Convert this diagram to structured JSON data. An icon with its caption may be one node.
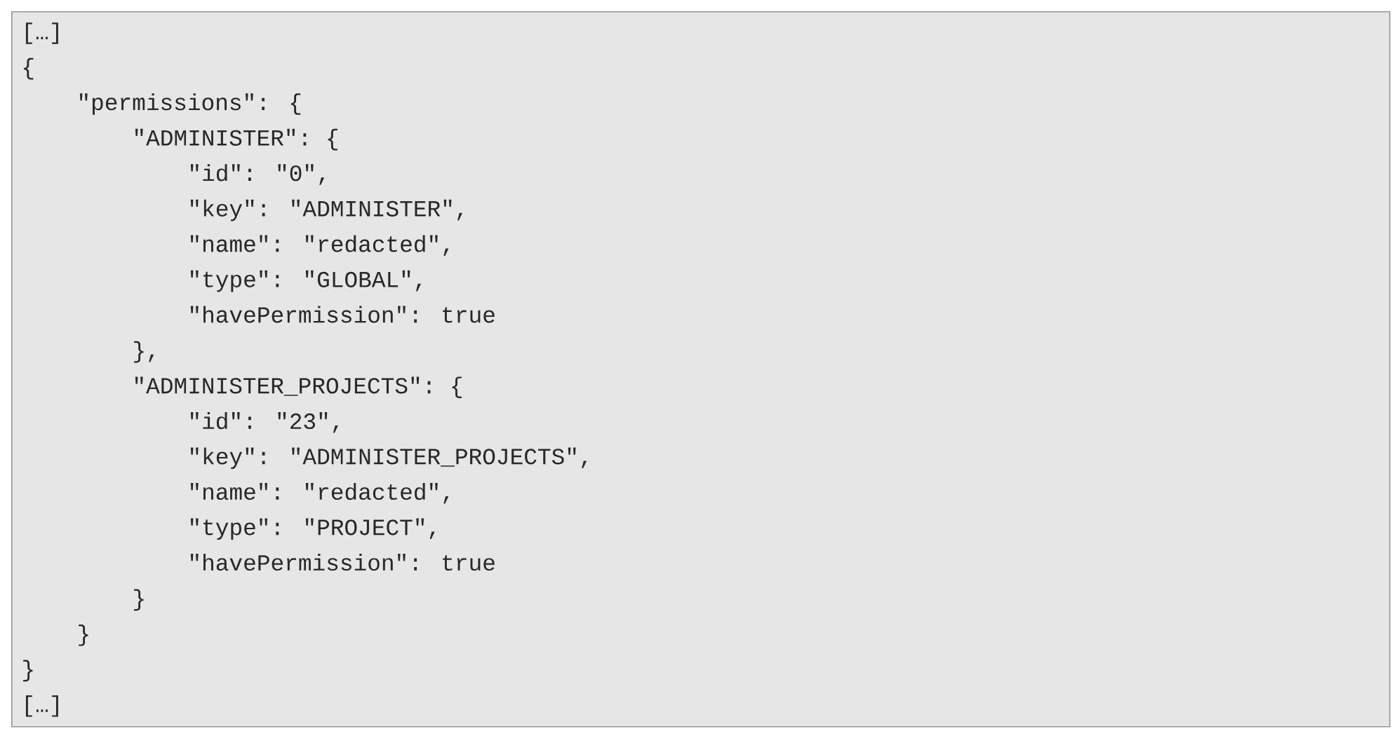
{
  "diagram": {
    "nodes": [
      {
        "text": [
          "[…]",
          "{",
          "\"permissions\": {",
          "\"ADMINISTER\": {",
          "\"id\": \"0\",",
          "\"key\": \"ADMINISTER\",",
          "\"name\": \"redacted\",",
          "\"type\": \"GLOBAL\",",
          "\"havePermission\": true",
          "},",
          "\"ADMINISTER_PROJECTS\": {",
          "\"id\": \"23\",",
          "\"key\": \"ADMINISTER_PROJECTS\",",
          "\"name\": \"redacted\",",
          "\"type\": \"PROJECT\",",
          "\"havePermission\": true",
          "}",
          "}",
          "}",
          "[…]"
        ]
      }
    ]
  }
}
